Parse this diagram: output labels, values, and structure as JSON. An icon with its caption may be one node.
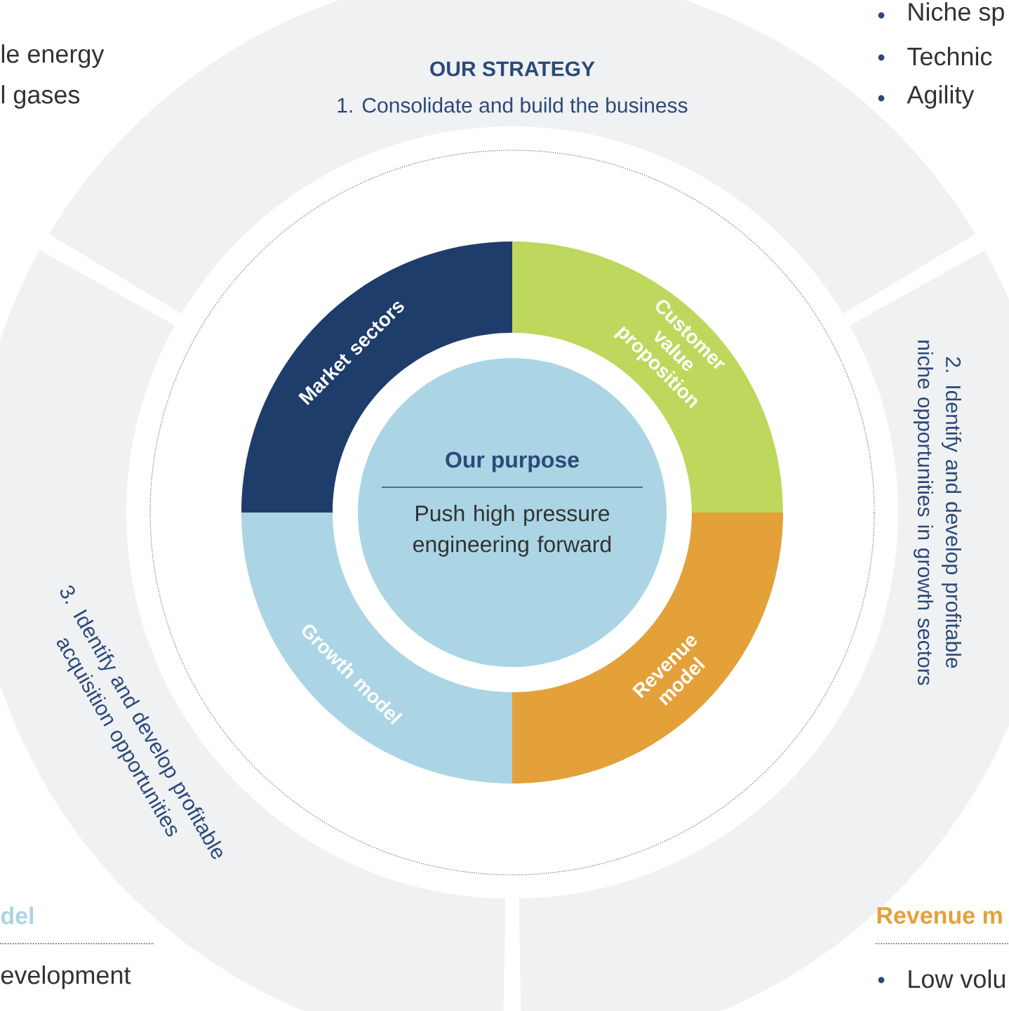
{
  "diagram": {
    "nodes": [
      {
        "text": [
          "OUR STRATEGY",
          "1. Consolidate and build the business"
        ]
      },
      {
        "text": [
          "2. Identify and develop profitable niche opportunities in growth sectors"
        ]
      },
      {
        "text": [
          "3. Identify and develop profitable acquisition opportunities"
        ]
      },
      {
        "text": [
          "Market sectors"
        ]
      },
      {
        "text": [
          "Customer value proposition"
        ]
      },
      {
        "text": [
          "Revenue model"
        ]
      },
      {
        "text": [
          "Growth model"
        ]
      },
      {
        "text": [
          "Our purpose",
          "Push high pressure engineering forward"
        ]
      }
    ],
    "labels": [
      "le energy",
      "l gases",
      "Niche sp",
      "Technic",
      "Agility",
      "del",
      "evelopment",
      "Revenue m",
      "Low volu"
    ]
  }
}
